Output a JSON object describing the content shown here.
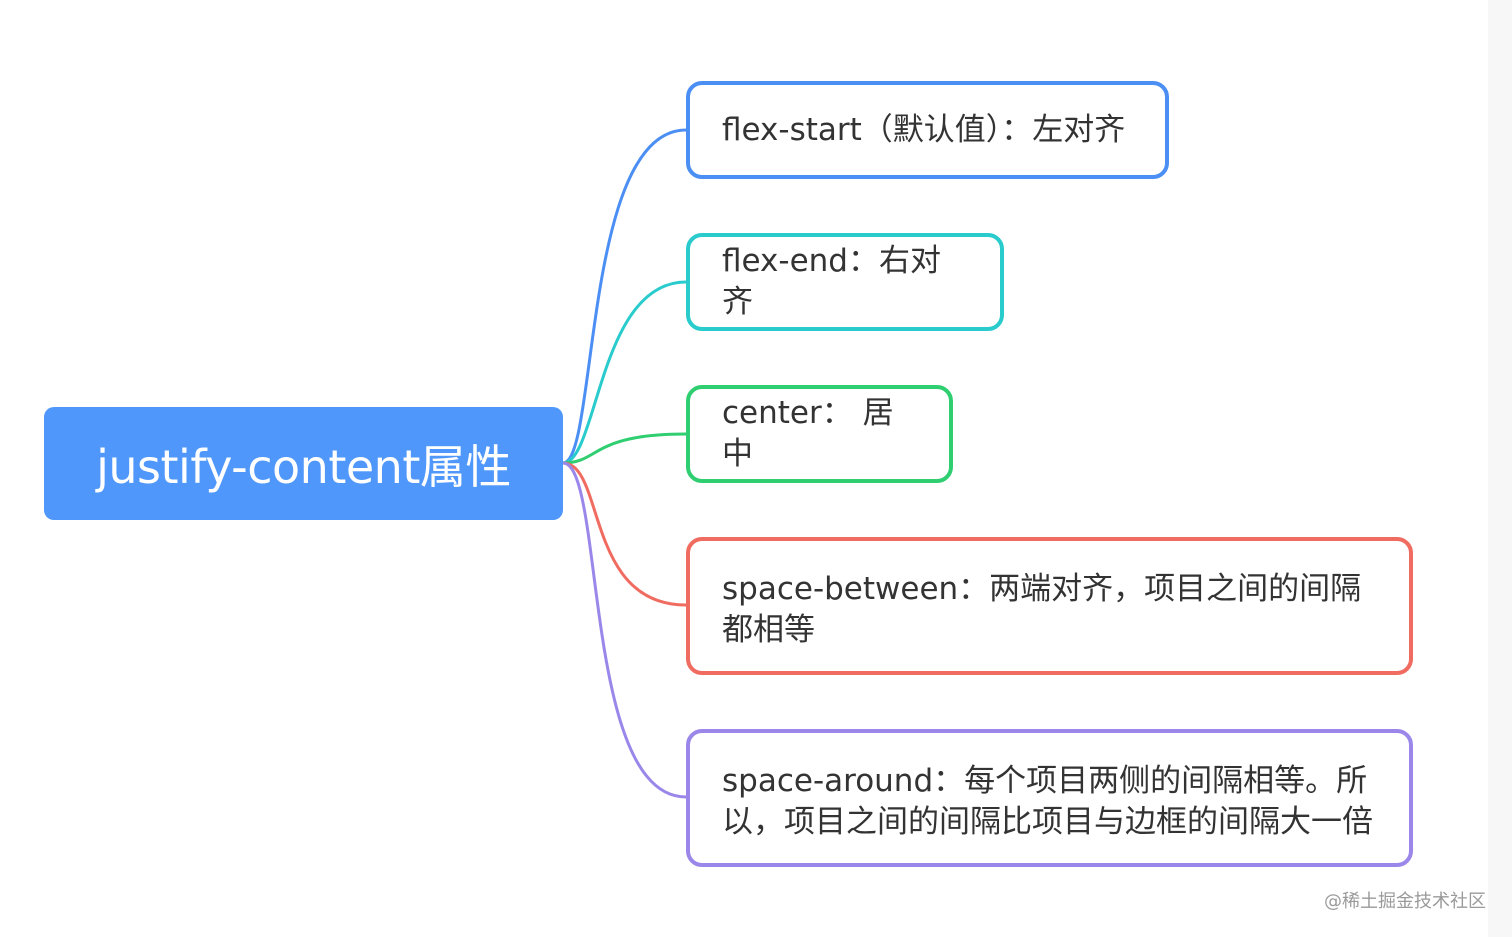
{
  "root": {
    "label": "justify-content属性",
    "color": "#4f97fb"
  },
  "children": [
    {
      "label": "flex-start（默认值）：左对齐",
      "color": "#4b8ff4"
    },
    {
      "label": "flex-end：右对齐",
      "color": "#29cbcc"
    },
    {
      "label": "center： 居中",
      "color": "#2fce70"
    },
    {
      "label": "space-between：两端对齐，项目之间的间隔都相等",
      "color": "#f06b60"
    },
    {
      "label": "space-around：每个项目两侧的间隔相等。所以，项目之间的间隔比项目与边框的间隔大一倍",
      "color": "#9b87ea"
    }
  ],
  "watermark": "@稀土掘金技术社区"
}
